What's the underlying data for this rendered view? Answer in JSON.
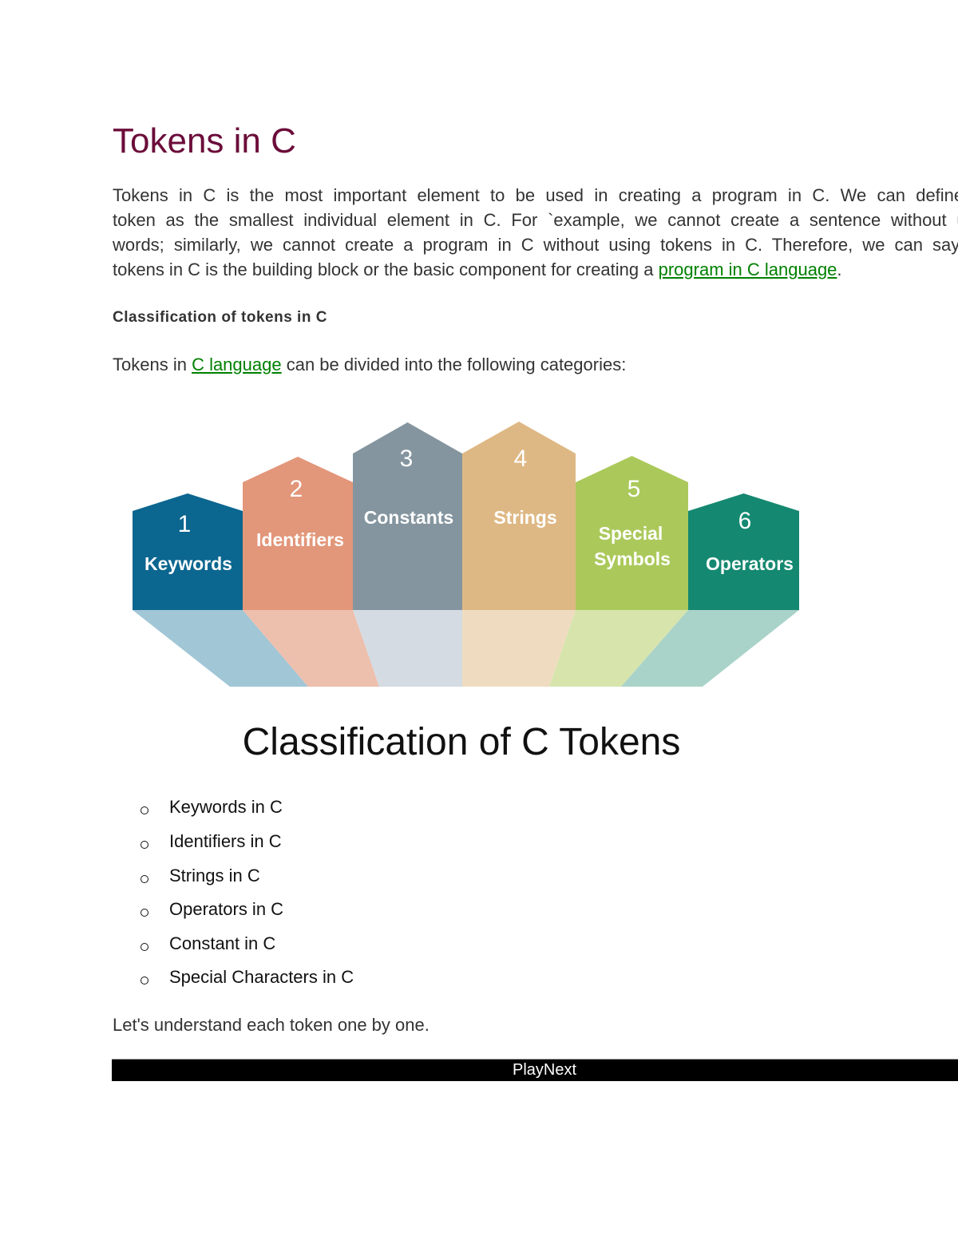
{
  "title": "Tokens in C",
  "paragraph": {
    "lines": [
      "Tokens in C is the most important element to be used in creating a program in C. We can define the",
      "token as the smallest individual element in C. For `example, we cannot create a sentence without using",
      "words; similarly, we cannot create a program in C without using tokens in C. Therefore, we can say that"
    ],
    "last_line_prefix": "tokens in C is the building block or the basic component for creating a ",
    "link": "program in C language",
    "last_line_suffix": "."
  },
  "subheading": "Classification of tokens in C",
  "intro": {
    "prefix": "Tokens in ",
    "link": "C language",
    "suffix": " can be divided into the following categories:"
  },
  "diagram": {
    "caption": "Classification of C Tokens",
    "blocks": [
      {
        "number": "1",
        "label": "Keywords",
        "color": "#0b6690",
        "shadow": "#a1c6d6"
      },
      {
        "number": "2",
        "label": "Identifiers",
        "color": "#e2967a",
        "shadow": "#edbfad"
      },
      {
        "number": "3",
        "label": "Constants",
        "color": "#84959f",
        "shadow": "#d4dbe2"
      },
      {
        "number": "4",
        "label": "Strings",
        "color": "#deb884",
        "shadow": "#efdcc0"
      },
      {
        "number": "5",
        "label_lines": [
          "Special",
          "Symbols"
        ],
        "color": "#abc95b",
        "shadow": "#d7e5ad"
      },
      {
        "number": "6",
        "label": "Operators",
        "color": "#148870",
        "shadow": "#a9d3c9"
      }
    ]
  },
  "list": [
    "Keywords in C",
    "Identifiers in C",
    "Strings in C",
    "Operators in C",
    "Constant in C",
    "Special Characters in C"
  ],
  "outro": "Let's understand each token one by one.",
  "player": {
    "label": "PlayNext",
    "bar_color": "#000000"
  },
  "colors": {
    "heading": "#6b0d3a",
    "link": "#008000",
    "text": "#333333"
  }
}
